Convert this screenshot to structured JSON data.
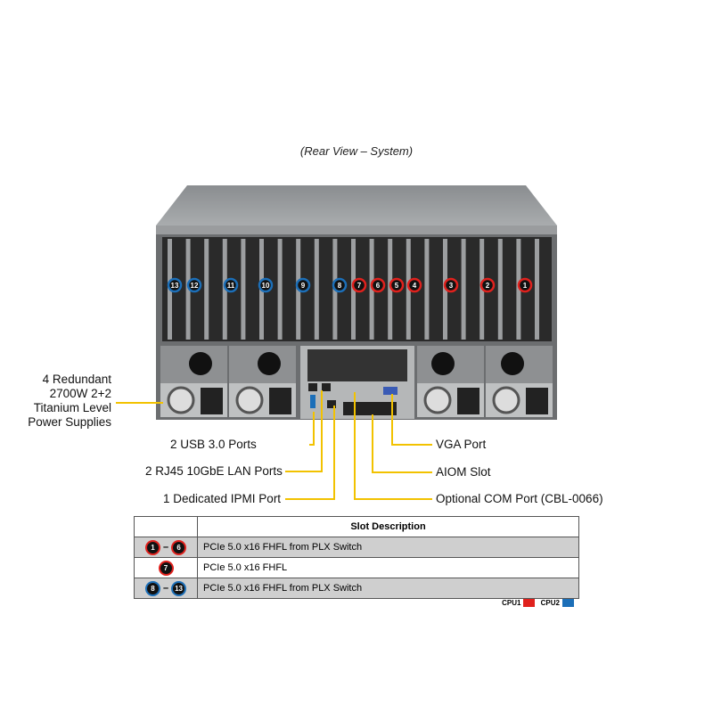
{
  "caption": "(Rear View – System)",
  "callouts": {
    "psu": "4 Redundant 2700W 2+2 Titanium Level Power Supplies",
    "usb": "2 USB 3.0 Ports",
    "rj45": "2 RJ45 10GbE LAN Ports",
    "ipmi": "1 Dedicated IPMI Port",
    "vga": "VGA Port",
    "aiom": "AIOM Slot",
    "com": "Optional COM Port (CBL-0066)"
  },
  "slots": [
    {
      "n": "13",
      "cpu": "CPU2"
    },
    {
      "n": "12",
      "cpu": "CPU2"
    },
    {
      "n": "11",
      "cpu": "CPU2"
    },
    {
      "n": "10",
      "cpu": "CPU2"
    },
    {
      "n": "9",
      "cpu": "CPU2"
    },
    {
      "n": "8",
      "cpu": "CPU2"
    },
    {
      "n": "7",
      "cpu": "CPU1"
    },
    {
      "n": "6",
      "cpu": "CPU1"
    },
    {
      "n": "5",
      "cpu": "CPU1"
    },
    {
      "n": "4",
      "cpu": "CPU1"
    },
    {
      "n": "3",
      "cpu": "CPU1"
    },
    {
      "n": "2",
      "cpu": "CPU1"
    },
    {
      "n": "1",
      "cpu": "CPU1"
    }
  ],
  "table": {
    "header": "Slot Description",
    "rows": [
      {
        "from": "1",
        "to": "6",
        "desc": "PCIe 5.0 x16 FHFL from PLX Switch"
      },
      {
        "from": "7",
        "desc": "PCIe 5.0 x16 FHFL"
      },
      {
        "from": "8",
        "to": "13",
        "desc": "PCIe 5.0 x16 FHFL from PLX Switch"
      }
    ],
    "dash": "–"
  },
  "legend": {
    "cpu1": "CPU1",
    "cpu2": "CPU2",
    "cpu1_color": "#e0211d",
    "cpu2_color": "#1c6fb8"
  },
  "leader_color": "#f2c200"
}
